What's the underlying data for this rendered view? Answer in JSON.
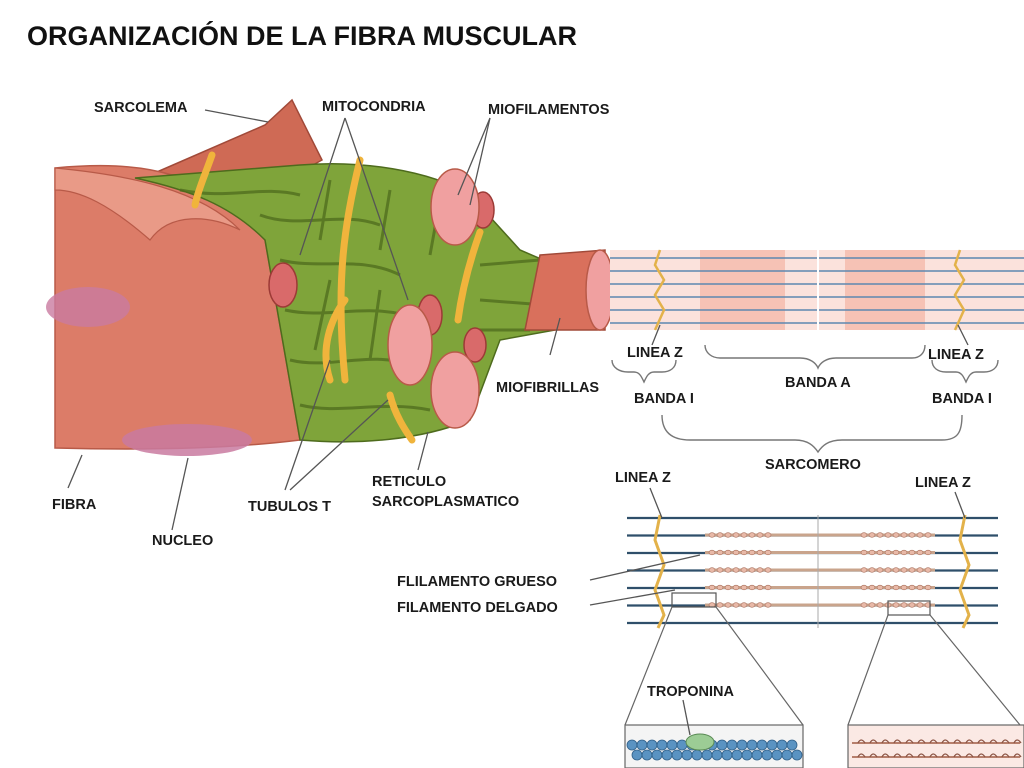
{
  "title": "ORGANIZACIÓN DE LA FIBRA MUSCULAR",
  "labels": {
    "sarcolema": "SARCOLEMA",
    "mitocondria": "MITOCONDRIA",
    "miofilamentos": "MIOFILAMENTOS",
    "miofibrillas": "MIOFIBRILLAS",
    "fibra": "FIBRA",
    "nucleo": "NUCLEO",
    "tubulos_t": "TUBULOS T",
    "reticulo_line1": "RETICULO",
    "reticulo_line2": "SARCOPLASMATICO",
    "linea_z": "LINEA Z",
    "banda_i": "BANDA I",
    "banda_a": "BANDA A",
    "sarcomero": "SARCOMERO",
    "filamento_grueso": "FLILAMENTO GRUESO",
    "filamento_delgado": "FILAMENTO DELGADO",
    "troponina": "TROPONINA"
  },
  "colors": {
    "muscle": "#dc7c68",
    "muscle_dark": "#b85a48",
    "reticulum": "#7fa43a",
    "reticulum_dark": "#4e6b1d",
    "t_tubule": "#f0b43c",
    "nucleus": "#c97aa0",
    "band_light": "#fbe2dc",
    "band_dark": "#f2a796",
    "filament_blue": "#5d88b0",
    "thin_filament": "#2f4f6a",
    "z_line": "#e3b24a",
    "actin_bead": "#5a93c2",
    "troponin": "#9ccc95"
  }
}
